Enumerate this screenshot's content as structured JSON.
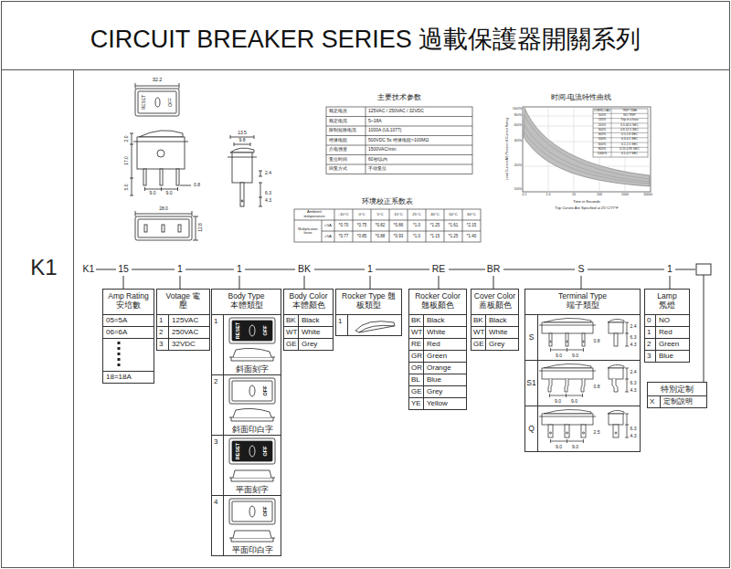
{
  "diagram": {
    "title": "CIRCUIT BREAKER SERIES 過載保護器開關系列",
    "nodes": [
      {
        "text": [
          "Amp Rating 安培數",
          "05=5A",
          "06=6A",
          "18=18A"
        ]
      },
      {
        "text": [
          "Votage 電壓",
          "1",
          "125VAC",
          "2",
          "250VAC",
          "3",
          "32VDC"
        ]
      },
      {
        "text": [
          "Body Type 本體類型",
          "1",
          "RESET",
          "OFF",
          "斜面刻字",
          "2",
          "OFF",
          "斜面印白字",
          "3",
          "RESET",
          "OFF",
          "平面刻字",
          "4",
          "OFF",
          "平面印白字"
        ]
      },
      {
        "text": [
          "Body Color 本體顏色",
          "BK",
          "Black",
          "WT",
          "White",
          "GE",
          "Grey"
        ]
      },
      {
        "text": [
          "Rocker Type 翹板類型",
          "1"
        ]
      },
      {
        "text": [
          "Rocker Color 翹板顏色",
          "BK",
          "Black",
          "WT",
          "White",
          "RE",
          "Red",
          "GR",
          "Green",
          "OR",
          "Orange",
          "BL",
          "Blue",
          "GE",
          "Grey",
          "YE",
          "Yellow"
        ]
      },
      {
        "text": [
          "Cover Color 蓋板顏色",
          "BK",
          "Black",
          "WT",
          "White",
          "GE",
          "Grey"
        ]
      },
      {
        "text": [
          "Terminal Type 端子類型",
          "S",
          "9.0",
          "9.0",
          "6.3",
          "4.3",
          "0.8",
          "2.4",
          "S1",
          "9.0",
          "9.0",
          "6.3",
          "4.3",
          "0.8",
          "2.4",
          "Q",
          "9.0",
          "9.0",
          "6.3",
          "4.3",
          "2.5"
        ]
      },
      {
        "text": [
          "Lamp 氖燈",
          "0",
          "NO",
          "1",
          "Red",
          "2",
          "Green",
          "3",
          "Blue"
        ]
      },
      {
        "text": [
          "特別定制",
          "X",
          "定制說明"
        ]
      }
    ],
    "labels": [
      "K1",
      "K1",
      "15",
      "1",
      "1",
      "BK",
      "1",
      "RE",
      "BR",
      "S",
      "1",
      "32.2",
      "RESET",
      "OFF",
      "13.5",
      "9.8",
      "2.0",
      "17.0",
      "5.0",
      "9.0",
      "9.0",
      "0.8",
      "2.4",
      "6.3",
      "4.3",
      "28.0",
      "12.8",
      "主要技术参数",
      "额定电压",
      "125VAC / 250VAC / 32VDC",
      "额定电流",
      "5~18A",
      "限制短路电流",
      "1000A (UL1077)",
      "绝缘电阻",
      "500VDC 5s 绝缘电阻>100MΩ",
      "介电强度",
      "1500VAC/min",
      "复位时间",
      "60秒以内",
      "回复方式",
      "手动复位",
      "环境校正系数表",
      "Ambient temperature",
      "-10°C",
      "0°C",
      "5°C",
      "15°C",
      "25°C",
      "40°C",
      "50°C",
      "60°C",
      "Multiplication factor",
      "<5A",
      "*0.70",
      "*0.75",
      "*0.82",
      "*0.86",
      "*1.0",
      "*1.25",
      "*1.61",
      "*2.15",
      ">5A",
      "*0.77",
      "*0.85",
      "*0.88",
      "*0.93",
      "*1.0",
      "*1.15",
      "*1.25",
      "*1.40",
      "时间-电流特性曲线",
      "Load Current AS Percent of Current Rating",
      "1000%",
      "800%",
      "600%",
      "400%",
      "200%",
      "100%",
      "0.1",
      "1.0",
      "10",
      "100",
      "1000",
      "10000",
      "Time in Seconds",
      "Trip Curves Are Specified at 25°C/77°F",
      "OVERLOAD",
      "TRIP TIME",
      "100%",
      "NO TRIP",
      "135%",
      "Trip in a hour",
      "200%",
      "3.3-40.5 SEC",
      "300%",
      "0.8-12.5 SEC",
      "400%",
      "0.5-5.6 SEC",
      "500%",
      "0.3-4.1 SEC",
      "600%",
      "0.2-2.1 SEC",
      "800%",
      "0.15-0.95 SEC",
      "1000%",
      "0.1-0.7 SEC"
    ]
  }
}
